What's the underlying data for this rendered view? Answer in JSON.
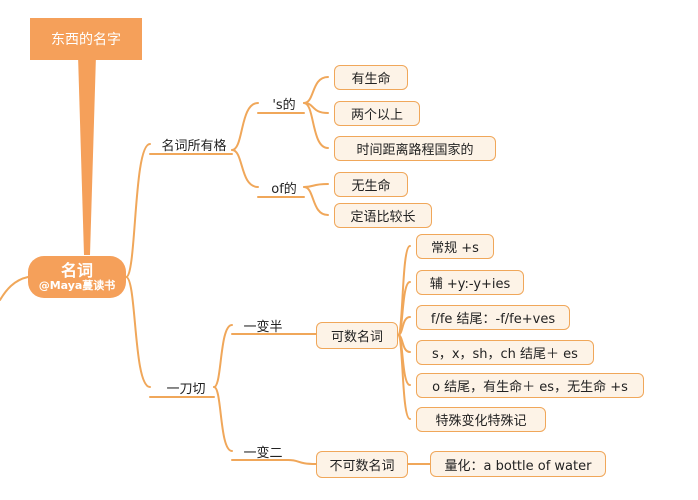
{
  "colors": {
    "branch": "#f0a75a",
    "box_fill": "#fdf3e7",
    "accent": "#f5a05a",
    "text": "#222222"
  },
  "callout": {
    "text": "东西的名字"
  },
  "root": {
    "text": "名词",
    "watermark": "@Maya蔓读书"
  },
  "nodes": {
    "possessive": "名词所有格",
    "s_of": "'s的",
    "alive": "有生命",
    "two_more": "两个以上",
    "time_dist": "时间距离路程国家的",
    "of_of": "of的",
    "no_life": "无生命",
    "long_attr": "定语比较长",
    "one_cut": "一刀切",
    "half": "一变半",
    "countable": "可数名词",
    "rule_regular": "常规 +s",
    "rule_y": "辅 +y:-y+ies",
    "rule_f": "f/fe 结尾：-f/fe+ves",
    "rule_s": "s，x，sh，ch 结尾＋ es",
    "rule_o": "o 结尾，有生命＋ es，无生命 +s",
    "rule_special": "特殊变化特殊记",
    "two": "一变二",
    "uncountable": "不可数名词",
    "measure": "量化：a bottle of water"
  }
}
